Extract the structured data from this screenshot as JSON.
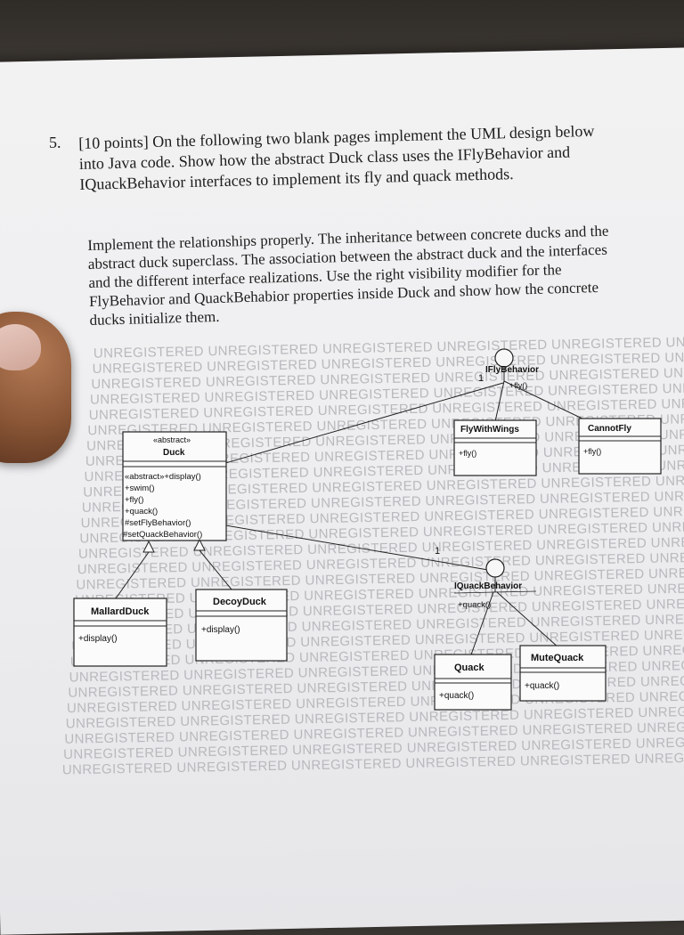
{
  "question": {
    "number": "5.",
    "text": "[10 points] On the following two blank pages implement the UML design below into Java code. Show how the abstract Duck class uses the IFlyBehavior and IQuackBehavior interfaces to implement its fly and quack methods.",
    "details": "Implement the relationships properly. The inheritance between concrete ducks and the abstract duck superclass. The association between the abstract duck and the interfaces and the different interface realizations. Use the right visibility modifier for the FlyBehavior and QuackBehabior properties inside Duck and show how the concrete ducks initialize them."
  },
  "watermark": "UNREGISTERED",
  "diagram": {
    "duck": {
      "stereotype": "«abstract»",
      "name": "Duck",
      "ops": [
        "«abstract»+display()",
        "+swim()",
        "+fly()",
        "+quack()",
        "#setFlyBehavior()",
        "#setQuackBehavior()"
      ]
    },
    "fly_interface": {
      "name": "IFlyBehavior",
      "op": "+fly()"
    },
    "quack_interface": {
      "name": "IQuackBehavior",
      "op": "+quack()"
    },
    "fly_with_wings": {
      "name": "FlyWithWings",
      "op": "+fly()"
    },
    "cannot_fly": {
      "name": "CannotFly",
      "op": "+fly()"
    },
    "mallard": {
      "name": "MallardDuck",
      "op": "+display()"
    },
    "decoy": {
      "name": "DecoyDuck",
      "op": "+display()"
    },
    "quack": {
      "name": "Quack",
      "op": "+quack()"
    },
    "mute_quack": {
      "name": "MuteQuack",
      "op": "+quack()"
    },
    "multiplicity_fly": "1",
    "multiplicity_quack": "1"
  }
}
